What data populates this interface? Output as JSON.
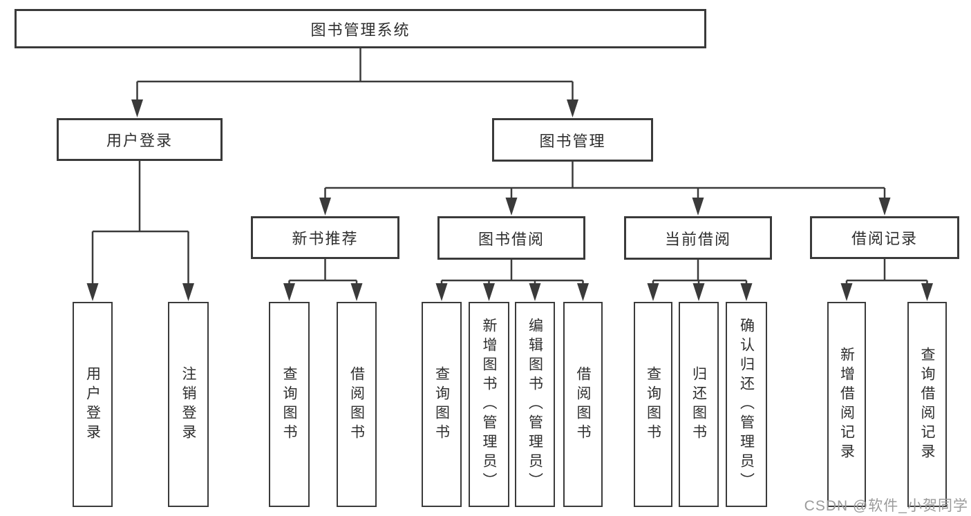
{
  "colors": {
    "line": "#3a3a3a",
    "text": "#2e2e2e",
    "box_background": "#ffffff",
    "watermark": "#9b9b9b"
  },
  "diagram": {
    "root": "图书管理系统",
    "branches": {
      "user_login": "用户登录",
      "book_management": "图书管理"
    },
    "sections": {
      "new_books": "新书推荐",
      "book_borrowing": "图书借阅",
      "current_borrowing": "当前借阅",
      "borrowing_records": "借阅记录"
    },
    "leaves": {
      "user_login": [
        "用户登录",
        "注销登录"
      ],
      "new_books": [
        "查询图书",
        "借阅图书"
      ],
      "book_borrowing": [
        "查询图书",
        "新增图书（管理员）",
        "编辑图书（管理员）",
        "借阅图书"
      ],
      "current_borrowing": [
        "查询图书",
        "归还图书",
        "确认归还（管理员）"
      ],
      "borrowing_records": [
        "新增借阅记录",
        "查询借阅记录"
      ]
    }
  },
  "watermark": "CSDN @软件_小贺同学"
}
